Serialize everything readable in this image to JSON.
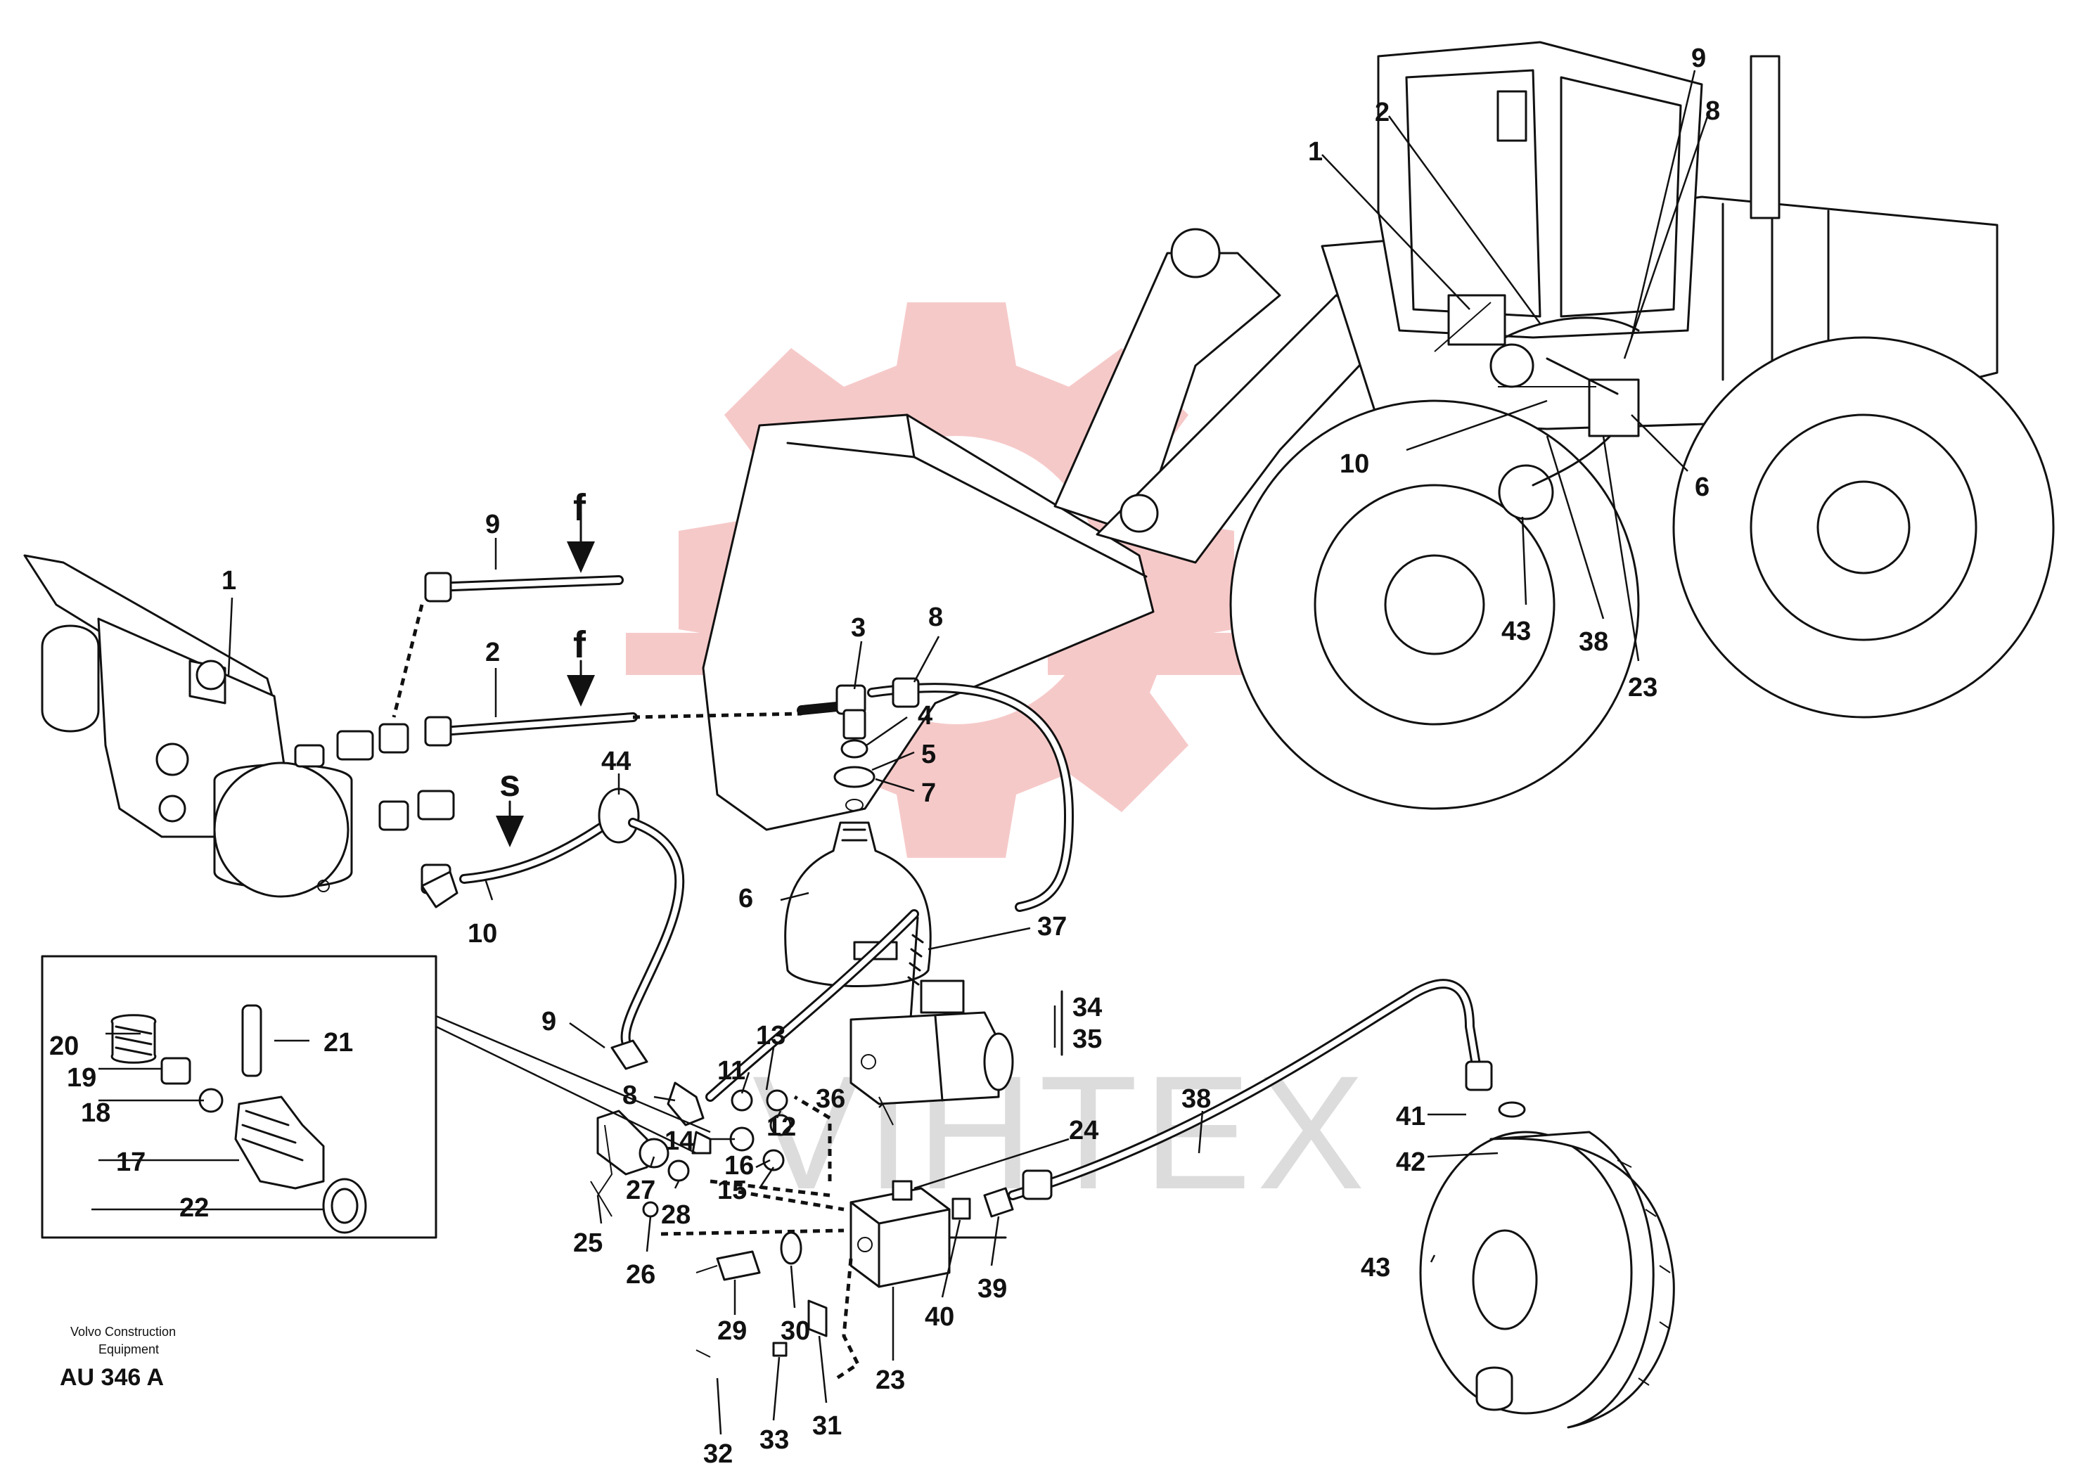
{
  "watermark": {
    "text": "VIHTEX",
    "gear_color": "#f6c9c9",
    "text_color": "#dcdcdc"
  },
  "footer": {
    "company_line1": "Volvo Construction",
    "company_line2": "Equipment",
    "code": "AU 346 A"
  },
  "flow_markers": [
    {
      "id": "f-upper",
      "text": "f"
    },
    {
      "id": "f-lower",
      "text": "f"
    },
    {
      "id": "s",
      "text": "s"
    }
  ],
  "labels": {
    "loader": [
      "1",
      "2",
      "9",
      "8",
      "10",
      "6",
      "43",
      "38",
      "23"
    ],
    "left_valve": [
      "1",
      "9",
      "2",
      "10",
      "44"
    ],
    "accumulator": [
      "3",
      "8",
      "4",
      "5",
      "7",
      "6",
      "37"
    ],
    "inset": [
      "20",
      "19",
      "18",
      "17",
      "22",
      "21"
    ],
    "block": [
      "9",
      "8",
      "13",
      "11",
      "12",
      "14",
      "16",
      "15",
      "27",
      "28",
      "25",
      "26",
      "29",
      "30",
      "31",
      "32",
      "33",
      "23",
      "40",
      "39",
      "24",
      "36",
      "34",
      "35"
    ],
    "chamber": [
      "38",
      "41",
      "42",
      "43"
    ]
  },
  "icons": [
    "wheel-loader-illustration",
    "brake-valve-icon",
    "accumulator-icon",
    "solenoid-valve-icon",
    "valve-block-icon",
    "brake-chamber-icon",
    "pressure-switch-icon"
  ]
}
